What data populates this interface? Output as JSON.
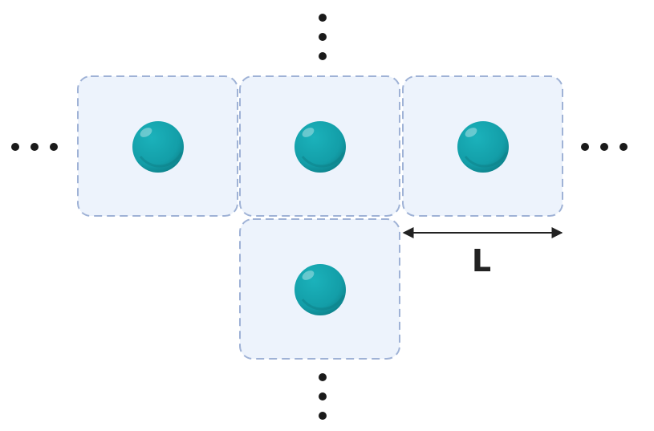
{
  "diagram": {
    "length_label": "L",
    "colors": {
      "cell_fill": "#edf3fc",
      "cell_border": "#9fb2d6",
      "particle": "#139ea8",
      "particle_dark": "#0d7f88",
      "dots": "#1a1a1a",
      "arrow": "#222222"
    },
    "cells": [
      {
        "name": "cell-left",
        "has_particle": true
      },
      {
        "name": "cell-center",
        "has_particle": true
      },
      {
        "name": "cell-right",
        "has_particle": true
      },
      {
        "name": "cell-bottom",
        "has_particle": true
      }
    ],
    "continuation_marks": [
      {
        "name": "ellipsis-top",
        "direction": "vertical"
      },
      {
        "name": "ellipsis-bottom",
        "direction": "vertical"
      },
      {
        "name": "ellipsis-left",
        "direction": "horizontal"
      },
      {
        "name": "ellipsis-right",
        "direction": "horizontal"
      }
    ]
  }
}
